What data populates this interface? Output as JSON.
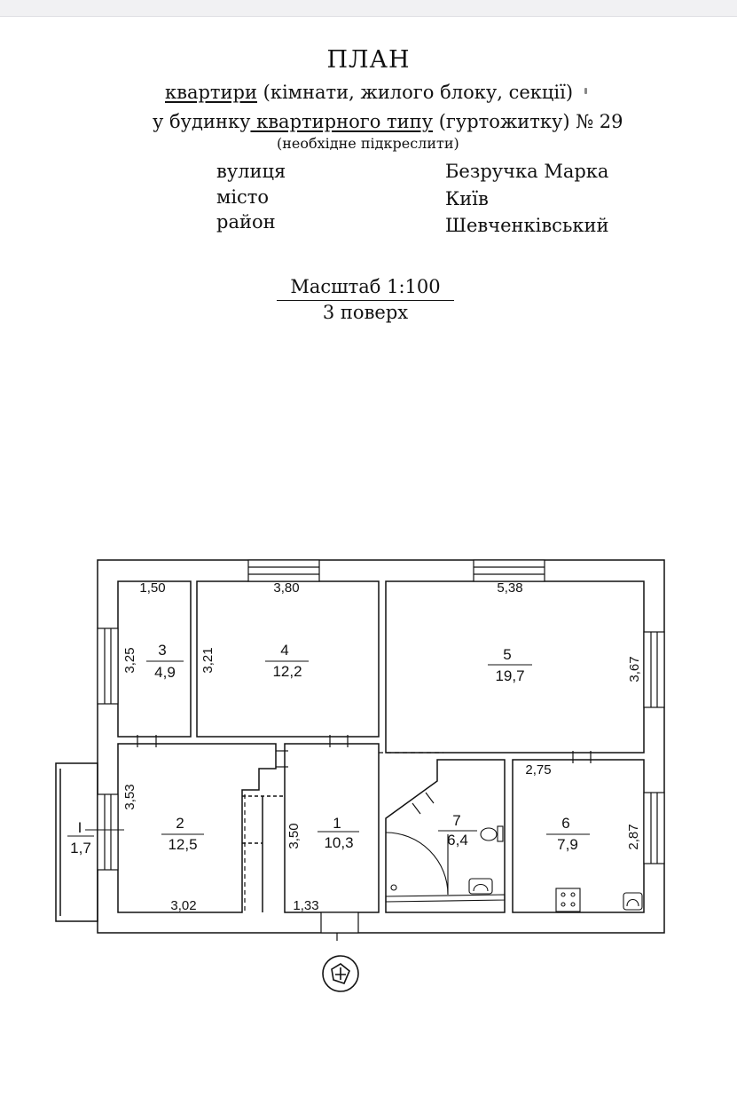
{
  "header": {
    "title": "ПЛАН",
    "line1_underlined": "квартири",
    "line1_rest": " (кімнати, жилого блоку, секції)",
    "line2_prefix": "у будинку",
    "line2_underlined": " квартирного типу",
    "line2_rest": " (гуртожитку) № 29",
    "note": "(необхідне підкреслити)"
  },
  "address": [
    {
      "label": "вулиця",
      "value": "Безручка Марка"
    },
    {
      "label": "місто",
      "value": "Київ"
    },
    {
      "label": "район",
      "value": "Шевченківський"
    }
  ],
  "scale": {
    "label": "Масштаб 1:100",
    "floor": "3 поверх"
  },
  "plan": {
    "rooms": [
      {
        "num": "3",
        "area": "4,9"
      },
      {
        "num": "4",
        "area": "12,2"
      },
      {
        "num": "5",
        "area": "19,7"
      },
      {
        "num": "2",
        "area": "12,5"
      },
      {
        "num": "1",
        "area": "10,3"
      },
      {
        "num": "7",
        "area": "6,4"
      },
      {
        "num": "6",
        "area": "7,9"
      },
      {
        "num": "I",
        "area": "1,7"
      }
    ],
    "dimensions": {
      "r3_w": "1,50",
      "r3_h": "3,25",
      "r4_w": "3,80",
      "r4_h": "3,21",
      "r5_w": "5,38",
      "r5_h": "3,67",
      "r2_h": "3,53",
      "r2_w": "3,02",
      "r1_h": "3,50",
      "r1_w": "1,33",
      "r6_w": "2,75",
      "r6_h": "2,87"
    }
  }
}
